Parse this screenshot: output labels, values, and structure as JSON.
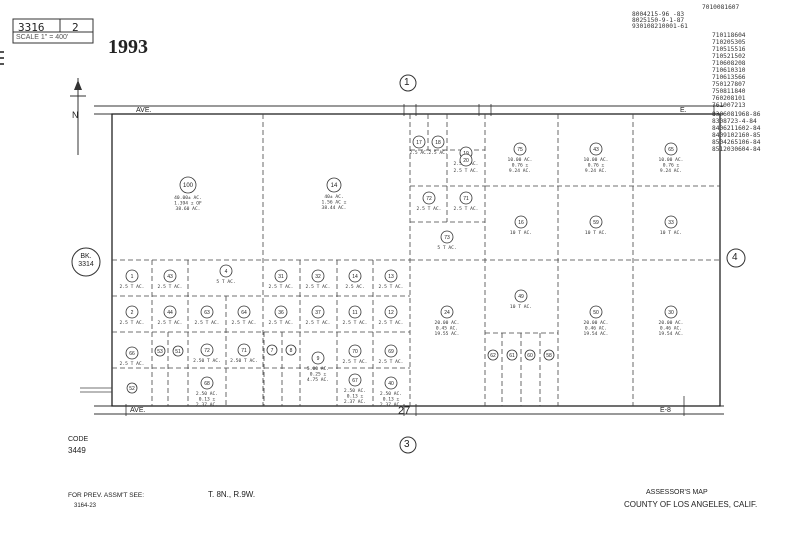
{
  "header": {
    "book": "3316",
    "page": "2",
    "scale": "SCALE 1\" = 400'",
    "year": "1993"
  },
  "revision_notes": [
    "7010081607",
    "8004215-96 -83",
    "8025150-9-1-87",
    "930108210001-61",
    "710118604",
    "710205305",
    "710515516",
    "710521502",
    "710608208",
    "710610310",
    "710613566",
    "750127807",
    "750811840",
    "760208101",
    "761007213",
    "8306081968-86",
    "8308723-4-84",
    "8406211602-84",
    "8409102160-85",
    "8504265106-84",
    "8512030604-84"
  ],
  "streets": {
    "north": "AVE.",
    "north_end": "E.",
    "south": "AVE.",
    "south_number": "27",
    "south_end": "E-8"
  },
  "map_sheets": {
    "north_ref": "1",
    "south_ref": "3",
    "east_ref": "4",
    "west_ref": "BK.\n3314"
  },
  "north_label": "N",
  "footer": {
    "code_label": "CODE",
    "code": "3449",
    "note": "FOR PREV. ASSM'T SEE:",
    "note_ref": "3164-23",
    "township": "T. 8N., R.9W.",
    "title": "ASSESSOR'S MAP",
    "county": "COUNTY OF LOS ANGELES, CALIF."
  },
  "parcels": [
    {
      "n": "100",
      "area": "40.00± AC.\n1.394 ± OF\n38.60 AC."
    },
    {
      "n": "14",
      "area": "40± AC.\n1.56 AC ±\n38.44 AC."
    },
    {
      "n": "17",
      "area": "2.5 AC."
    },
    {
      "n": "18",
      "area": "2.5 AC."
    },
    {
      "n": "19",
      "area": "2.5 T AC."
    },
    {
      "n": "20",
      "area": "2.5 T AC."
    },
    {
      "n": "72",
      "area": "2.5 T AC."
    },
    {
      "n": "71",
      "area": "2.5 T AC."
    },
    {
      "n": "73",
      "area": "5 T AC."
    },
    {
      "n": "75",
      "area": "10.00 AC.\n0.76 ±\n9.24 AC."
    },
    {
      "n": "43",
      "area": "10.00 AC.\n0.76 ±\n9.24 AC."
    },
    {
      "n": "65",
      "area": "10.00 AC.\n0.76 ±\n9.24 AC."
    },
    {
      "n": "16",
      "area": "10 T AC."
    },
    {
      "n": "59",
      "area": "10 T AC."
    },
    {
      "n": "33",
      "area": "10 T AC."
    },
    {
      "n": "1",
      "area": "2.5 T AC."
    },
    {
      "n": "43",
      "area": "2.5 T AC."
    },
    {
      "n": "4",
      "area": "5 T AC."
    },
    {
      "n": "31",
      "area": "2.5 T AC."
    },
    {
      "n": "32",
      "area": "2.5 T AC."
    },
    {
      "n": "14",
      "area": "2.5 AC."
    },
    {
      "n": "13",
      "area": "2.5 T AC."
    },
    {
      "n": "2",
      "area": "2.5 T AC."
    },
    {
      "n": "44",
      "area": "2.5 T AC."
    },
    {
      "n": "63",
      "area": "2.5 T AC."
    },
    {
      "n": "64",
      "area": "2.5 T AC."
    },
    {
      "n": "36",
      "area": "2.5 T AC."
    },
    {
      "n": "37",
      "area": "2.5 T AC."
    },
    {
      "n": "11",
      "area": "2.5 T AC."
    },
    {
      "n": "12",
      "area": "2.5 T AC."
    },
    {
      "n": "24",
      "area": "20.00 AC.\n0.45 AC.\n19.55 AC."
    },
    {
      "n": "49",
      "area": "10 T AC."
    },
    {
      "n": "50",
      "area": "20.00 AC.\n0.46 AC.\n19.54 AC."
    },
    {
      "n": "30",
      "area": "20.00 AC.\n0.46 AC.\n19.54 AC."
    },
    {
      "n": "66",
      "area": "2.5 T AC."
    },
    {
      "n": "53",
      "area": ""
    },
    {
      "n": "51",
      "area": ""
    },
    {
      "n": "72",
      "area": "2.50 T AC."
    },
    {
      "n": "71",
      "area": "2.50 T AC."
    },
    {
      "n": "7",
      "area": ""
    },
    {
      "n": "8",
      "area": ""
    },
    {
      "n": "9",
      "area": "5.00 AC.\n0.25 ±\n4.75 AC."
    },
    {
      "n": "70",
      "area": "2.5 T AC."
    },
    {
      "n": "69",
      "area": "2.5 T AC."
    },
    {
      "n": "62",
      "area": ""
    },
    {
      "n": "61",
      "area": ""
    },
    {
      "n": "60",
      "area": ""
    },
    {
      "n": "58",
      "area": ""
    },
    {
      "n": "52",
      "area": ""
    },
    {
      "n": "68",
      "area": "2.50 AC.\n0.13 ±\n2.37 AC."
    },
    {
      "n": "67",
      "area": "2.50 AC.\n0.13 ±\n2.37 AC."
    },
    {
      "n": "40",
      "area": "2.50 AC.\n0.13 ±\n2.37 AC."
    }
  ]
}
